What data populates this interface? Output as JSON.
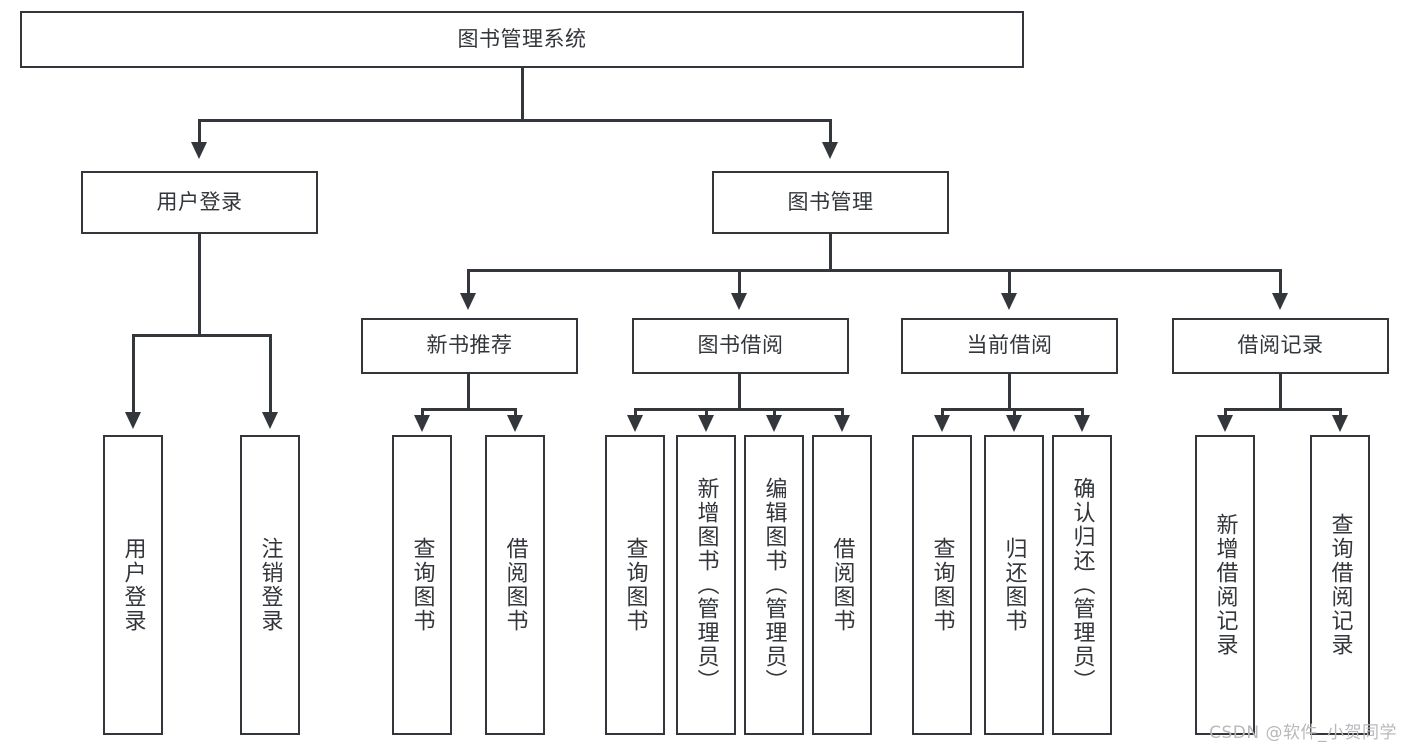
{
  "diagram": {
    "title": "图书管理系统",
    "type": "hierarchy-tree",
    "root": {
      "label": "图书管理系统"
    },
    "level2": [
      {
        "label": "用户登录"
      },
      {
        "label": "图书管理"
      }
    ],
    "level3": [
      {
        "label": "新书推荐"
      },
      {
        "label": "图书借阅"
      },
      {
        "label": "当前借阅"
      },
      {
        "label": "借阅记录"
      }
    ],
    "leaves": {
      "user_login": [
        {
          "label": "用户登录"
        },
        {
          "label": "注销登录"
        }
      ],
      "new_book_recommend": [
        {
          "label": "查询图书"
        },
        {
          "label": "借阅图书"
        }
      ],
      "book_borrow": [
        {
          "label": "查询图书"
        },
        {
          "label": "新增图书（管理员）"
        },
        {
          "label": "编辑图书（管理员）"
        },
        {
          "label": "借阅图书"
        }
      ],
      "current_borrow": [
        {
          "label": "查询图书"
        },
        {
          "label": "归还图书"
        },
        {
          "label": "确认归还（管理员）"
        }
      ],
      "borrow_record": [
        {
          "label": "新增借阅记录"
        },
        {
          "label": "查询借阅记录"
        }
      ]
    }
  },
  "watermark": {
    "text": "CSDN @软件_小贺同学"
  },
  "colors": {
    "stroke": "#33363a",
    "background": "#ffffff",
    "watermark": "#b9b9bb"
  }
}
